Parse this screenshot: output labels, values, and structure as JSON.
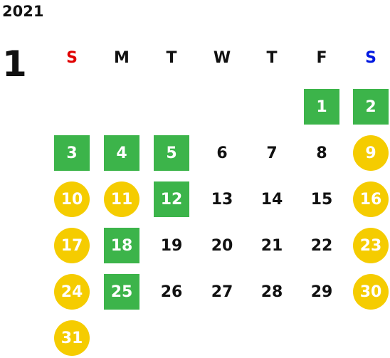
{
  "calendar": {
    "year": "2021",
    "month": "1",
    "weekdays": [
      {
        "label": "S",
        "color": "#e00000"
      },
      {
        "label": "M",
        "color": "#111111"
      },
      {
        "label": "T",
        "color": "#111111"
      },
      {
        "label": "W",
        "color": "#111111"
      },
      {
        "label": "T",
        "color": "#111111"
      },
      {
        "label": "F",
        "color": "#111111"
      },
      {
        "label": "S",
        "color": "#0018e0"
      }
    ],
    "colors": {
      "green": "#3cb44a",
      "yellow": "#f5cc00"
    },
    "days": [
      {
        "day": "1",
        "style": "green"
      },
      {
        "day": "2",
        "style": "green"
      },
      {
        "day": "3",
        "style": "green"
      },
      {
        "day": "4",
        "style": "green"
      },
      {
        "day": "5",
        "style": "green"
      },
      {
        "day": "6",
        "style": "plain"
      },
      {
        "day": "7",
        "style": "plain"
      },
      {
        "day": "8",
        "style": "plain"
      },
      {
        "day": "9",
        "style": "yellow"
      },
      {
        "day": "10",
        "style": "yellow"
      },
      {
        "day": "11",
        "style": "yellow"
      },
      {
        "day": "12",
        "style": "green"
      },
      {
        "day": "13",
        "style": "plain"
      },
      {
        "day": "14",
        "style": "plain"
      },
      {
        "day": "15",
        "style": "plain"
      },
      {
        "day": "16",
        "style": "yellow"
      },
      {
        "day": "17",
        "style": "yellow"
      },
      {
        "day": "18",
        "style": "green"
      },
      {
        "day": "19",
        "style": "plain"
      },
      {
        "day": "20",
        "style": "plain"
      },
      {
        "day": "21",
        "style": "plain"
      },
      {
        "day": "22",
        "style": "plain"
      },
      {
        "day": "23",
        "style": "yellow"
      },
      {
        "day": "24",
        "style": "yellow"
      },
      {
        "day": "25",
        "style": "green"
      },
      {
        "day": "26",
        "style": "plain"
      },
      {
        "day": "27",
        "style": "plain"
      },
      {
        "day": "28",
        "style": "plain"
      },
      {
        "day": "29",
        "style": "plain"
      },
      {
        "day": "30",
        "style": "yellow"
      },
      {
        "day": "31",
        "style": "yellow"
      }
    ]
  }
}
